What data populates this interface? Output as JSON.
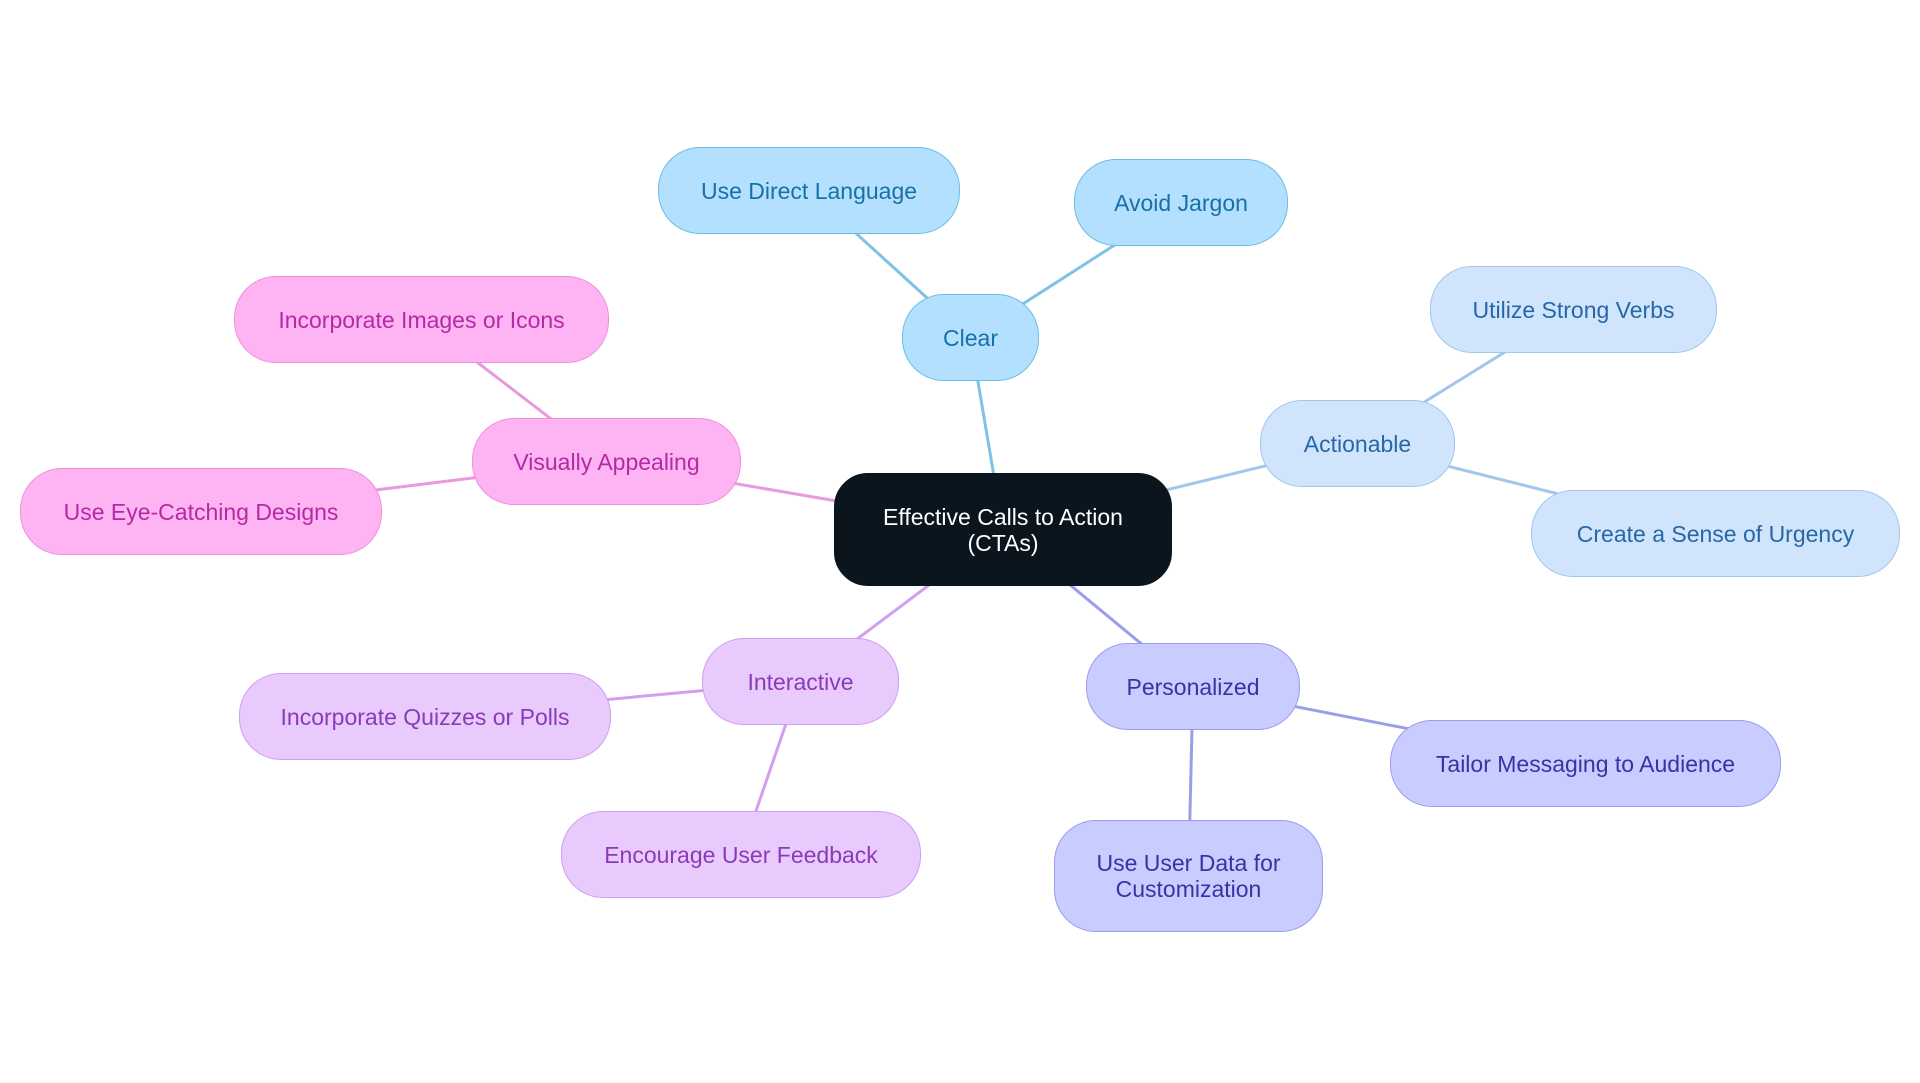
{
  "root": {
    "label": "Effective Calls to Action (CTAs)",
    "fill": "#0b151d",
    "border": "#0b151d",
    "text": "#ffffff"
  },
  "branches": [
    {
      "id": "clear",
      "label": "Clear",
      "fill": "#b3e0fe",
      "border": "#6bbde6",
      "text": "#1870a6",
      "link": "#7ec3e6",
      "children": [
        {
          "id": "use-direct-language",
          "label": "Use Direct Language"
        },
        {
          "id": "avoid-jargon",
          "label": "Avoid Jargon"
        }
      ]
    },
    {
      "id": "actionable",
      "label": "Actionable",
      "fill": "#d0e5fb",
      "border": "#a3c6ec",
      "text": "#2767a8",
      "link": "#a3c6ec",
      "children": [
        {
          "id": "utilize-strong-verbs",
          "label": "Utilize Strong Verbs"
        },
        {
          "id": "create-a-sense-of-urgency",
          "label": "Create a Sense of Urgency"
        }
      ]
    },
    {
      "id": "personalized",
      "label": "Personalized",
      "fill": "#c9ccff",
      "border": "#9a9ee8",
      "text": "#3435a3",
      "link": "#9a9ee8",
      "children": [
        {
          "id": "tailor-messaging-to-audience",
          "label": "Tailor Messaging to Audience"
        },
        {
          "id": "use-user-data-for-customization",
          "label": "Use User Data for Customization"
        }
      ]
    },
    {
      "id": "interactive",
      "label": "Interactive",
      "fill": "#e8cafd",
      "border": "#cf9ff0",
      "text": "#8b3ab8",
      "link": "#cf9ff0",
      "children": [
        {
          "id": "incorporate-quizzes-or-polls",
          "label": "Incorporate Quizzes or Polls"
        },
        {
          "id": "encourage-user-feedback",
          "label": "Encourage User Feedback"
        }
      ]
    },
    {
      "id": "visually-appealing",
      "label": "Visually Appealing",
      "fill": "#feb4f3",
      "border": "#ec90dc",
      "text": "#b42aa6",
      "link": "#e99ade",
      "children": [
        {
          "id": "incorporate-images-or-icons",
          "label": "Incorporate Images or Icons"
        },
        {
          "id": "use-eye-catching-designs",
          "label": "Use Eye-Catching Designs"
        }
      ]
    }
  ]
}
